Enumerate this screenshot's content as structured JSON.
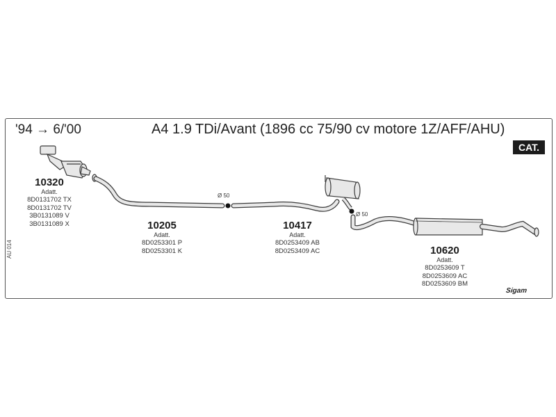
{
  "header": {
    "years": "'94 → 6/'00",
    "title": "A4 1.9 TDi/Avant (1896 cc 75/90 cv motore 1Z/AFF/AHU)",
    "cat_badge": "CAT."
  },
  "side_code": "AU 014",
  "parts": [
    {
      "number": "10320",
      "note": "Adatt.",
      "refs": [
        "8D0131702 TX",
        "8D0131702 TV",
        "3B0131089 V",
        "3B0131089  X"
      ]
    },
    {
      "number": "10205",
      "note": "Adatt.",
      "refs": [
        "8D0253301 P",
        "8D0253301 K"
      ]
    },
    {
      "number": "10417",
      "note": "Adatt.",
      "refs": [
        "8D0253409 AB",
        "8D0253409 AC"
      ]
    },
    {
      "number": "10620",
      "note": "Adatt.",
      "refs": [
        "8D0253609  T",
        "8D0253609 AC",
        "8D0253609 BM"
      ]
    }
  ],
  "diameters": {
    "d1": "Ø 50",
    "d2": "Ø 50"
  },
  "brand_logo": "Sigam",
  "colors": {
    "pipe_fill": "#e8e8e8",
    "pipe_stroke": "#3a3a3a",
    "badge_bg": "#1c1c1c"
  }
}
